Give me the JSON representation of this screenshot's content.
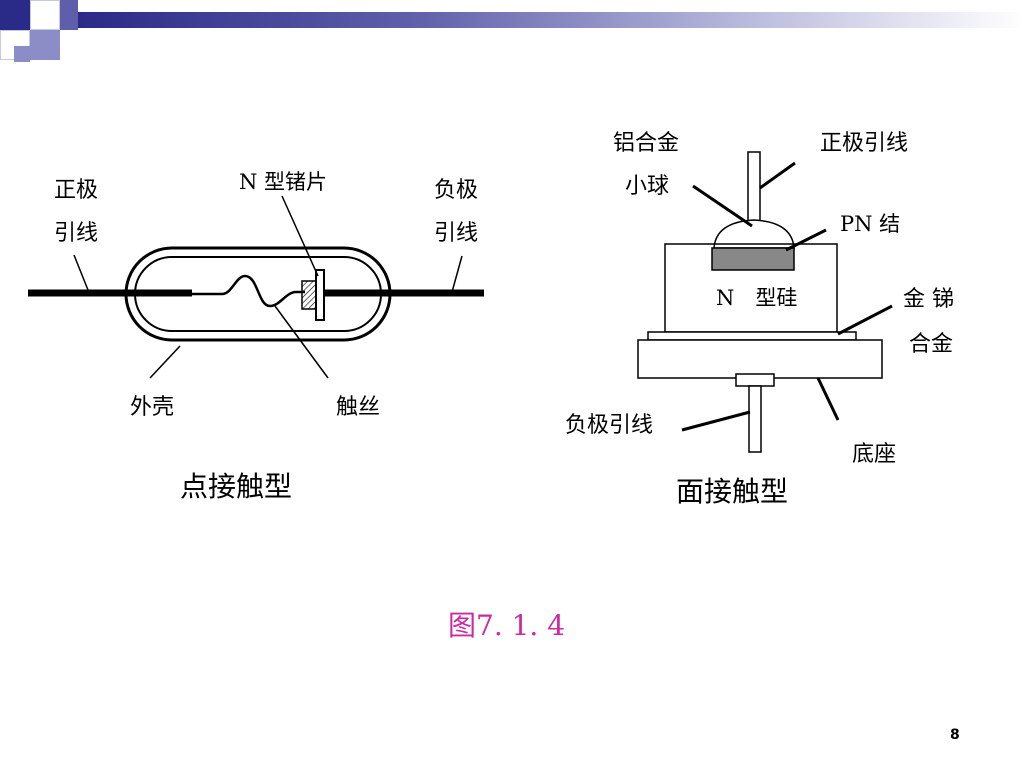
{
  "point_contact": {
    "label_pos_lead_1": "正极",
    "label_pos_lead_2": "引线",
    "label_n_ge": "N 型锗片",
    "label_neg_lead_1": "负极",
    "label_neg_lead_2": "引线",
    "label_shell": "外壳",
    "label_wire": "触丝",
    "caption": "点接触型"
  },
  "junction": {
    "label_al_alloy_1": "铝合金",
    "label_al_alloy_2": "小球",
    "label_pos_lead": "正极引线",
    "label_pn": "PN 结",
    "label_n_si": "N　型硅",
    "label_ausb_1": "金  锑",
    "label_ausb_2": "合金",
    "label_neg_lead": "负极引线",
    "label_base": "底座",
    "caption": "面接触型"
  },
  "figure_ref": "图7. 1. 4",
  "page_number": "8",
  "colors": {
    "header_dark": "#2a2a88",
    "header_mid": "#7e7ec0",
    "figure_ref": "#cc2aa0",
    "junction_fill": "#888888"
  }
}
